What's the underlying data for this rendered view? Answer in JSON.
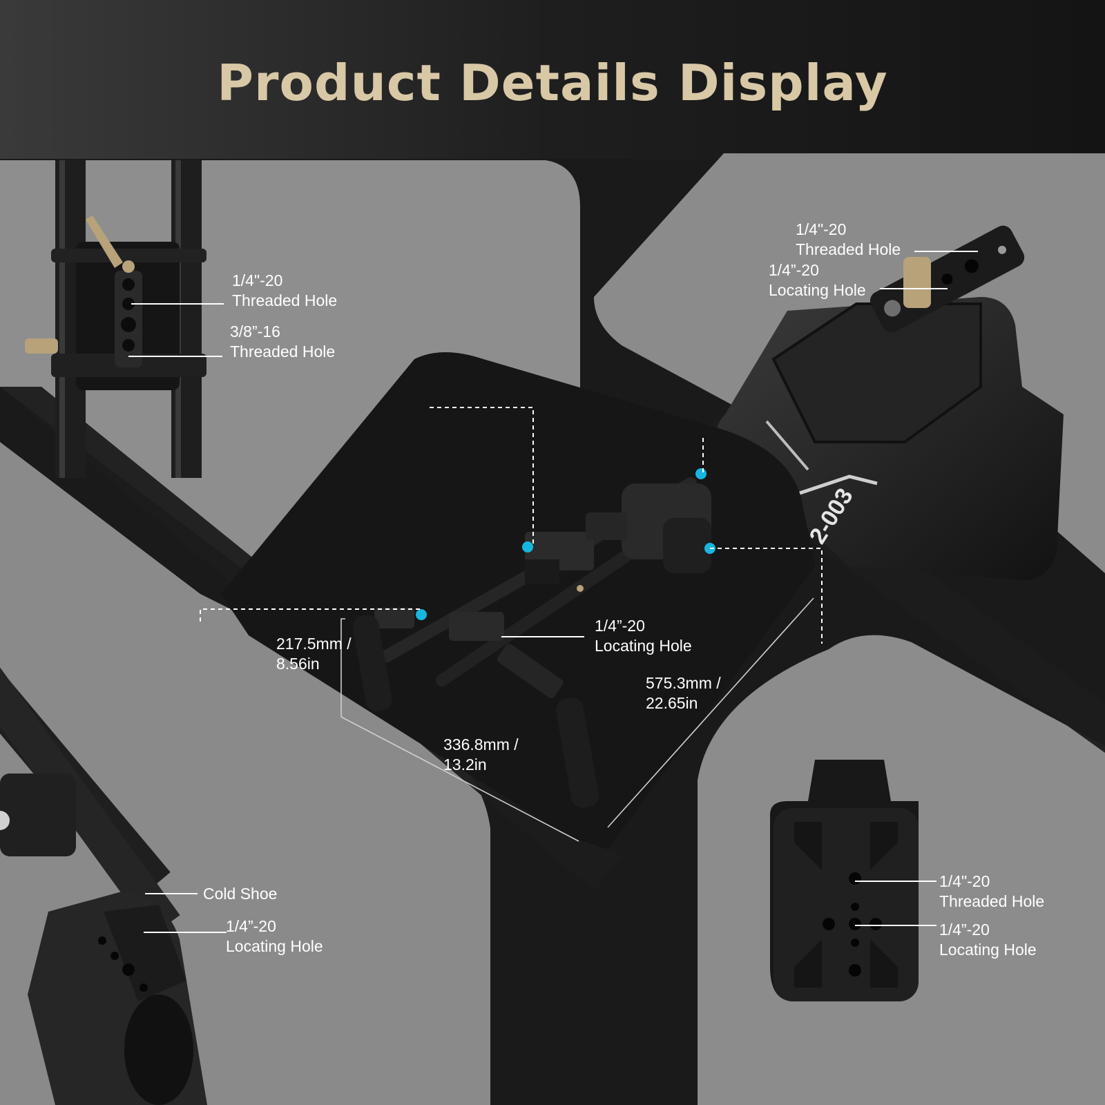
{
  "title": "Product Details Display",
  "colors": {
    "title": "#d9c8a6",
    "header_bg": "#1c1c1c",
    "panel_gray": "#8f8f8f",
    "center_dark": "#161616",
    "marker_cyan": "#17b6e0",
    "brass": "#b8a27a"
  },
  "callouts": {
    "rod_clamp_threaded_quarter": {
      "line1": "1/4\"-20",
      "line2": "Threaded Hole"
    },
    "rod_clamp_threaded_three_eighths": {
      "line1": "3/8”-16",
      "line2": "Threaded Hole"
    },
    "top_plate_threaded": {
      "line1": "1/4\"-20",
      "line2": "Threaded Hole"
    },
    "top_plate_locating": {
      "line1": "1/4”-20",
      "line2": "Locating Hole"
    },
    "center_locating": {
      "line1": "1/4”-20",
      "line2": "Locating Hole"
    },
    "handle_cold_shoe": {
      "line1": "Cold Shoe"
    },
    "handle_locating": {
      "line1": "1/4”-20",
      "line2": "Locating Hole"
    },
    "pad_threaded": {
      "line1": "1/4\"-20",
      "line2": "Threaded Hole"
    },
    "pad_locating": {
      "line1": "1/4”-20",
      "line2": "Locating Hole"
    }
  },
  "dimensions": {
    "height": {
      "line1": "217.5mm /",
      "line2": "8.56in"
    },
    "width": {
      "line1": "336.8mm /",
      "line2": "13.2in"
    },
    "length": {
      "line1": "575.3mm /",
      "line2": "22.65in"
    }
  },
  "product_marking": "2-003",
  "icons": [
    "shoulder-rig-illustration",
    "rod-clamp-illustration",
    "shoulder-pad-illustration",
    "handle-illustration",
    "pad-plate-illustration"
  ]
}
